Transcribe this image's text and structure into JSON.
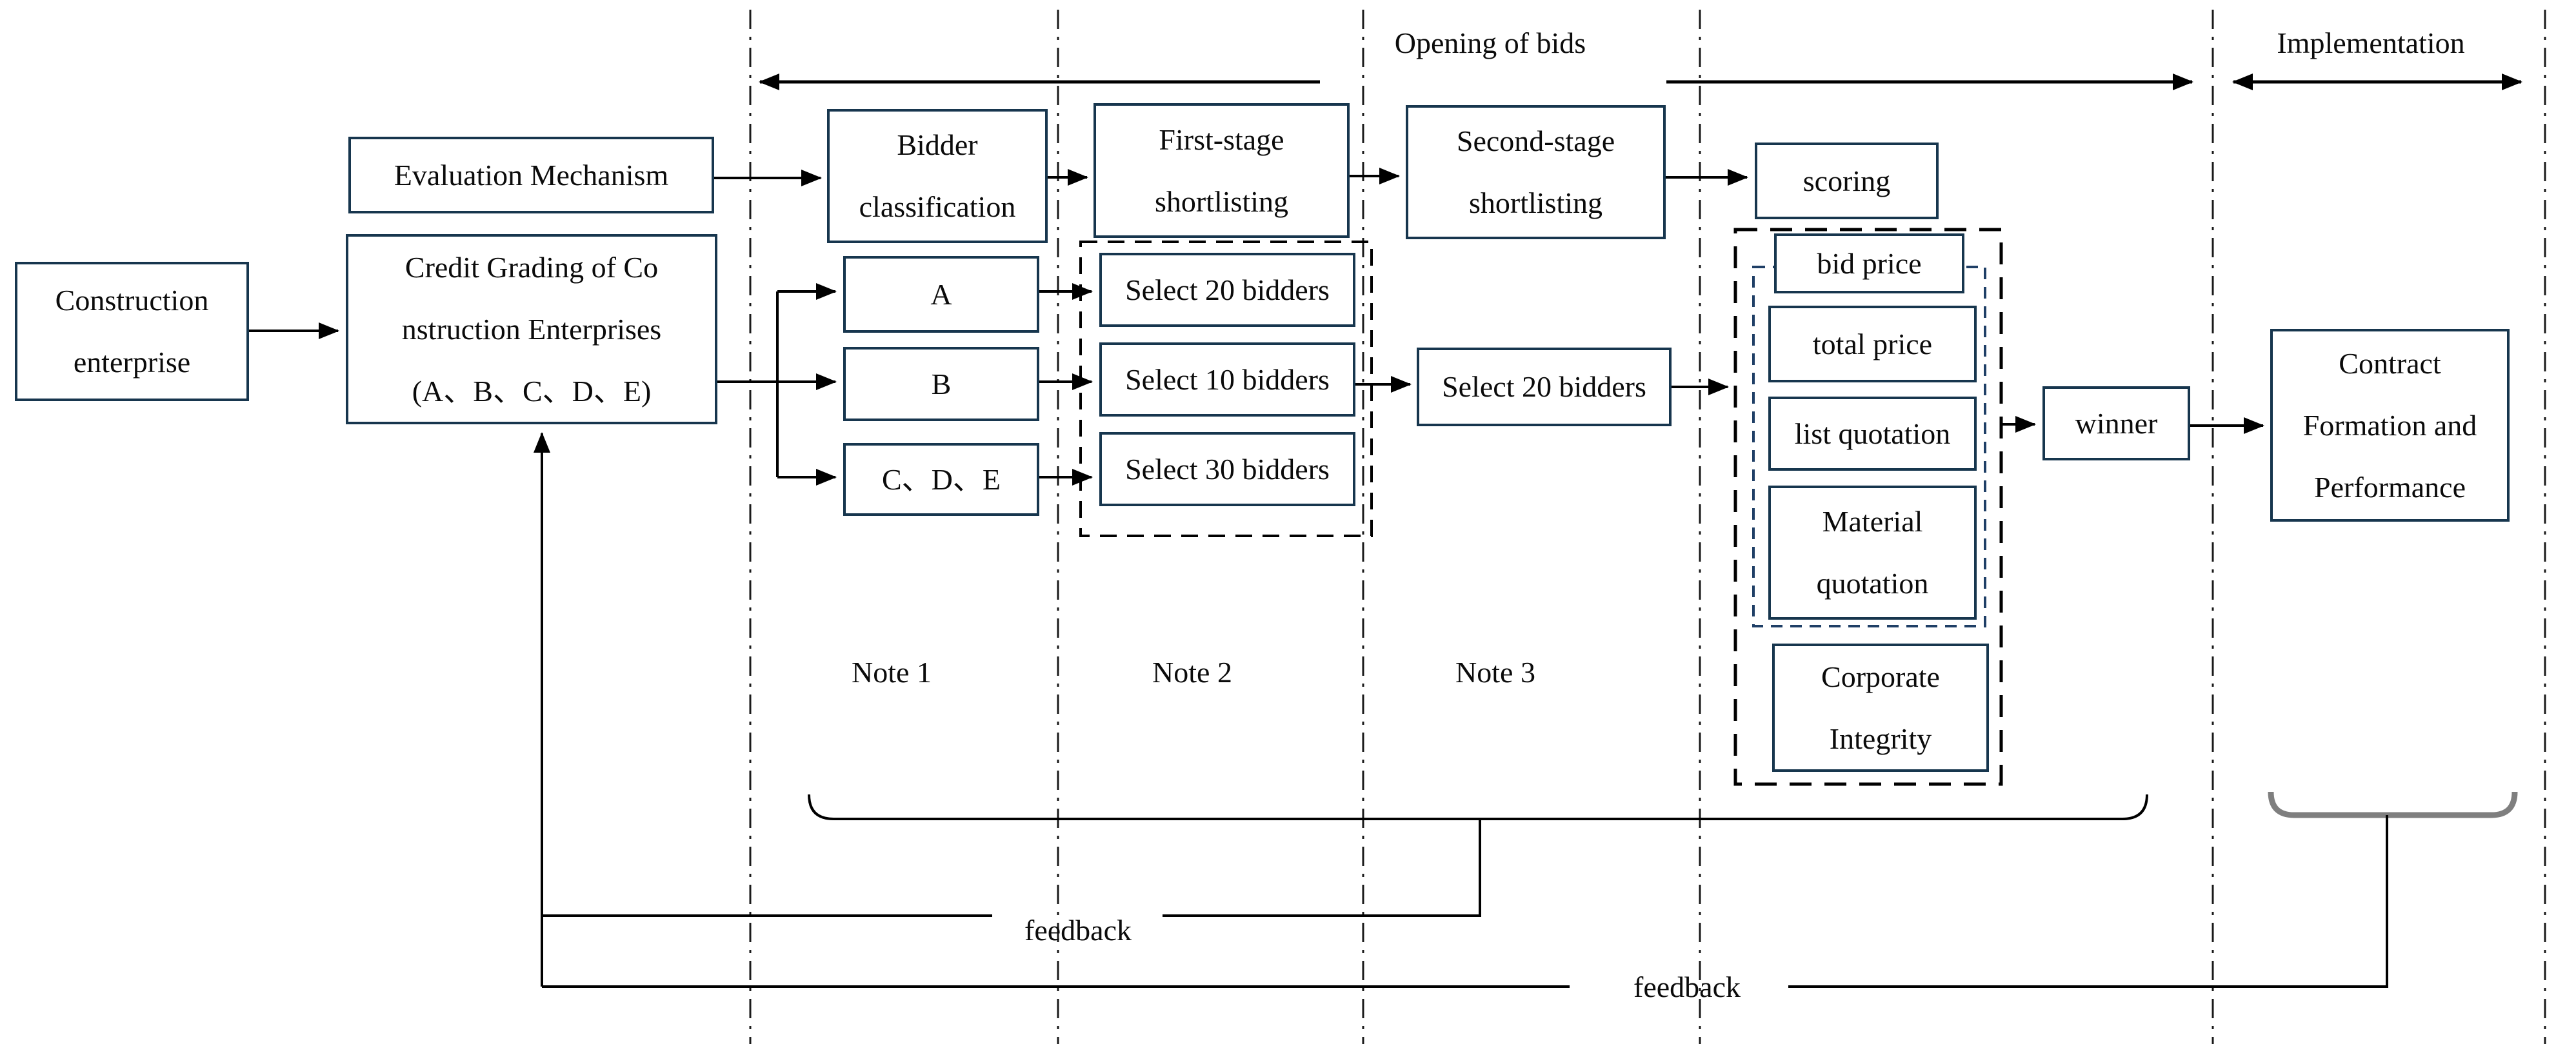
{
  "diagram": {
    "phase_labels": {
      "opening_of_bids": "Opening of bids",
      "implementation": "Implementation"
    },
    "boxes": {
      "construction_enterprise": {
        "lines": [
          "Construction",
          "enterprise"
        ]
      },
      "evaluation_mechanism": {
        "lines": [
          "Evaluation Mechanism"
        ]
      },
      "credit_grading": {
        "lines": [
          "Credit Grading of Co",
          "nstruction Enterprises",
          "(A、B、C、D、E)"
        ]
      },
      "bidder_classification": {
        "lines": [
          "Bidder",
          "classification"
        ]
      },
      "first_stage_shortlisting": {
        "lines": [
          "First-stage",
          "shortlisting"
        ]
      },
      "second_stage_shortlisting": {
        "lines": [
          "Second-stage",
          "shortlisting"
        ]
      },
      "scoring": {
        "lines": [
          "scoring"
        ]
      },
      "grade_a": {
        "lines": [
          "A"
        ]
      },
      "grade_b": {
        "lines": [
          "B"
        ]
      },
      "grade_cde": {
        "lines": [
          "C、D、E"
        ]
      },
      "select_20_first_stage": {
        "lines": [
          "Select 20 bidders"
        ]
      },
      "select_10": {
        "lines": [
          "Select 10 bidders"
        ]
      },
      "select_30": {
        "lines": [
          "Select 30 bidders"
        ]
      },
      "select_20_second_stage": {
        "lines": [
          "Select 20 bidders"
        ]
      },
      "bid_price": {
        "lines": [
          "bid price"
        ]
      },
      "total_price": {
        "lines": [
          "total price"
        ]
      },
      "list_quotation": {
        "lines": [
          "list quotation"
        ]
      },
      "material_quotation": {
        "lines": [
          "Material",
          "quotation"
        ]
      },
      "corporate_integrity": {
        "lines": [
          "Corporate",
          "Integrity"
        ]
      },
      "winner": {
        "lines": [
          "winner"
        ]
      },
      "contract_formation": {
        "lines": [
          "Contract",
          "Formation and",
          "Performance"
        ]
      }
    },
    "notes": {
      "note_1": "Note 1",
      "note_2": "Note 2",
      "note_3": "Note 3"
    },
    "feedback_labels": {
      "feedback_1": "feedback",
      "feedback_2": "feedback"
    },
    "colors": {
      "box_border": "#17364e",
      "inner_dashed_border": "#1f3f66",
      "outer_dashed_border": "#000000",
      "connector_line": "#000000",
      "bracket_gray": "#7f7f7f"
    }
  }
}
